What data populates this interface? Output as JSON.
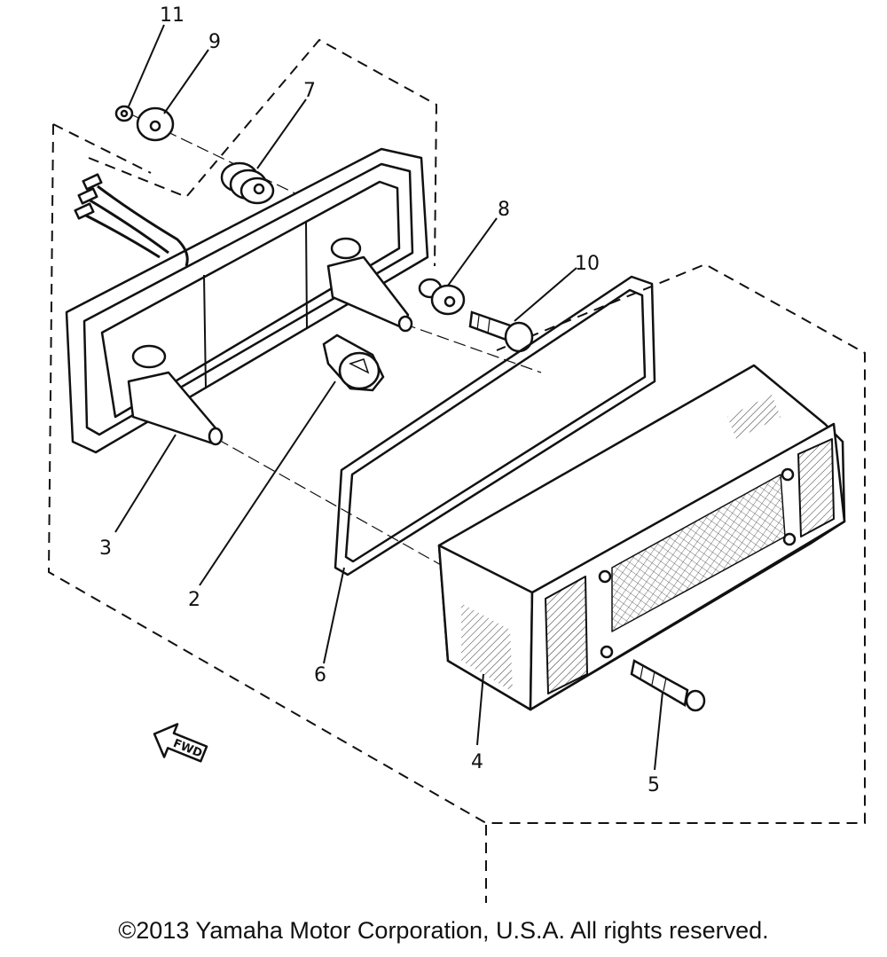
{
  "diagram": {
    "callouts": [
      "11",
      "9",
      "7",
      "8",
      "10",
      "3",
      "2",
      "6",
      "4",
      "5"
    ],
    "direction_label": "FWD"
  },
  "footer": {
    "copyright": "©2013 Yamaha Motor Corporation, U.S.A. All rights reserved."
  },
  "colors": {
    "ink": "#111111",
    "background": "#ffffff"
  }
}
